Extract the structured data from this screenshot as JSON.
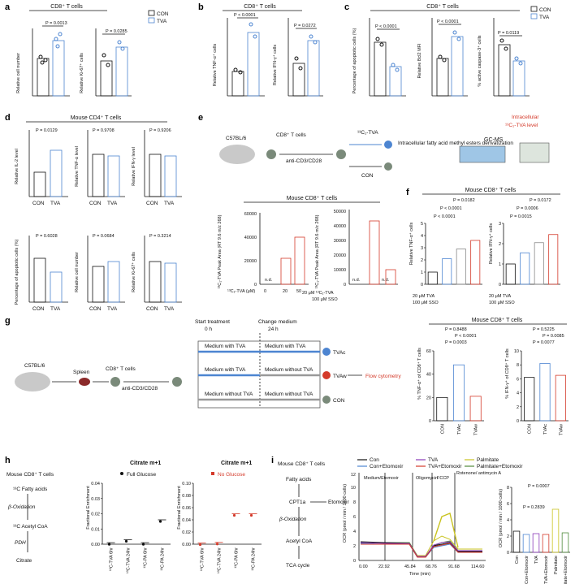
{
  "panels": {
    "a": {
      "letter": "a",
      "header": "CD8⁺ T cells",
      "legend": [
        "CON",
        "TVA"
      ],
      "charts": [
        {
          "ylabel": "Relative cell number",
          "p": "P = 0.0013"
        },
        {
          "ylabel": "Relative Ki-67⁺ cells",
          "p": "P = 0.0285"
        }
      ]
    },
    "b": {
      "letter": "b",
      "header": "CD8⁺ T cells",
      "charts": [
        {
          "ylabel": "Relative TNF-α⁺ cells",
          "p": "P < 0.0001"
        },
        {
          "ylabel": "Relative IFN-γ⁺ cells",
          "p": "P = 0.0272"
        }
      ]
    },
    "c": {
      "letter": "c",
      "header": "CD8⁺ T cells",
      "legend": [
        "CON",
        "TVA"
      ],
      "charts": [
        {
          "ylabel": "Percentage of apoptotic cells (%)",
          "p": "P < 0.0001"
        },
        {
          "ylabel": "Relative Bcl2 MFI",
          "p": "P < 0.0001"
        },
        {
          "ylabel": "% active caspase-3⁺ cells",
          "p": "P = 0.0119"
        }
      ]
    },
    "d": {
      "letter": "d",
      "header": "Mouse CD4⁺ T cells",
      "xcats": [
        "CON",
        "TVA"
      ],
      "charts": [
        {
          "ylabel": "Relative IL-2 level",
          "p": "P = 0.0129"
        },
        {
          "ylabel": "Relative TNF-α level",
          "p": "P = 0.9708"
        },
        {
          "ylabel": "Relative IFN-γ level",
          "p": "P = 0.9206"
        },
        {
          "ylabel": "Percentage of apoptotic cells (%)",
          "p": "P = 0.6028"
        },
        {
          "ylabel": "Relative cell number",
          "p": "P = 0.0684"
        },
        {
          "ylabel": "Relative Ki-67⁺ cells",
          "p": "P = 0.3214"
        }
      ]
    },
    "e": {
      "letter": "e",
      "mouse": "C57BL/6",
      "cells": "CD8⁺ T cells",
      "stim": "anti-CD3/CD28",
      "tva": "¹³C₁-TVA",
      "con": "CON",
      "step": "Intracellular fatty acid methyl esters derivatization",
      "gcms": "GC-MS",
      "intracellular": "Intracellular",
      "level": "¹³C₁-TVA level",
      "subheader": "Mouse CD8⁺ T cells",
      "chart1": {
        "ylabel": "¹³C₁-TVA Peak Area (RT 9.6 m/z 268)",
        "yticks": [
          "0",
          "20000",
          "40000",
          "60000"
        ],
        "xlabel": "¹³C₁-TVA (μM)",
        "xticks": [
          "0",
          "20",
          "50"
        ],
        "nd": "n.d."
      },
      "chart2": {
        "ylabel": "¹³C₁-TVA Peak Area (RT 9.6 m/z 268)",
        "yticks": [
          "0",
          "10000",
          "20000",
          "30000",
          "40000",
          "50000"
        ],
        "row1": "20 μM ¹³C₁-TVA",
        "row2": "100 μM SSO",
        "nd": "n.d."
      }
    },
    "f": {
      "letter": "f",
      "header": "Mouse CD8⁺ T cells",
      "chart1": {
        "ylabel": "Relative TNF-α⁺ cells",
        "yticks": [
          "0",
          "1",
          "2",
          "3",
          "4",
          "5"
        ],
        "p": [
          "P < 0.0001",
          "P < 0.0001",
          "P = 0.0182"
        ]
      },
      "chart2": {
        "ylabel": "Relative IFN-γ⁺ cells",
        "yticks": [
          "0",
          "1",
          "2",
          "3"
        ],
        "p": [
          "P = 0.0015",
          "P = 0.0006",
          "P = 0.0172"
        ]
      },
      "row1": "20 μM TVA",
      "row2": "100 μM SSO"
    },
    "g": {
      "letter": "g",
      "mouse": "C57BL/6",
      "spleen": "Spleen",
      "cells": "CD8⁺ T cells",
      "stim": "anti-CD3/CD28",
      "start": "Start treatment",
      "t0": "0 h",
      "change": "Change medium",
      "t24": "24 h",
      "rows": [
        [
          "Medium with TVA",
          "Medium with TVA"
        ],
        [
          "Medium with TVA",
          "Medium without TVA"
        ],
        [
          "Medium without TVA",
          "Medium without TVA"
        ]
      ],
      "groups": [
        "TVAc",
        "TVAw",
        "CON"
      ],
      "flow": "Flow cytometry",
      "header": "Mouse CD8⁺ T cells",
      "chart1": {
        "ylabel": "% TNF-α⁺ of CD8⁺ T cells",
        "yticks": [
          "0",
          "20",
          "40",
          "60"
        ],
        "p": [
          "P = 0.8488",
          "P < 0.0001",
          "P = 0.0003"
        ]
      },
      "chart2": {
        "ylabel": "% IFN-γ⁺ of CD8⁺ T cells",
        "yticks": [
          "0",
          "2",
          "4",
          "6",
          "8",
          "10"
        ],
        "p": [
          "P = 0.5225",
          "P = 0.0085",
          "P = 0.0077"
        ]
      },
      "xcats": [
        "CON",
        "TVAc",
        "TVAw"
      ]
    },
    "h": {
      "letter": "h",
      "pathway": [
        "Mouse CD8⁺ T cells",
        "¹³C Fatty acids",
        "β-Oxidation",
        "¹³C Acetyl CoA",
        "PDH",
        "Citrate"
      ],
      "chart1": {
        "title": "Citrate m+1",
        "legend": "Full Glucose",
        "ylabel": "Fractional Enrichment",
        "yticks": [
          "0.00",
          "0.01",
          "0.02",
          "0.03",
          "0.04"
        ]
      },
      "chart2": {
        "title": "Citrate m+1",
        "legend": "No Glucose",
        "ylabel": "Fractional Enrichment",
        "yticks": [
          "0.00",
          "0.02",
          "0.04",
          "0.06",
          "0.08",
          "0.10"
        ]
      },
      "xcats": [
        "¹³C-TVA 6hr",
        "¹³C-TVA 24hr",
        "¹³C-PA 6hr",
        "¹³C-PA 24hr"
      ]
    },
    "i": {
      "letter": "i",
      "pathway": [
        "Mouse CD8⁺ T cells",
        "Fatty acids",
        "CPT1a",
        "Etomoxir",
        "β-Oxidation",
        "Acetyl CoA",
        "TCA cycle"
      ],
      "legend": [
        "Con",
        "Con+Etomoxir",
        "TVA",
        "TVA+Etomoxir",
        "Palmitate",
        "Palmitate+Etomoxir"
      ],
      "phases": [
        "Medium/Etomoxir",
        "Oligomycin",
        "FCCP",
        "Rotenone/ antimycin A"
      ],
      "ylabel": "OCR (pmol / min / 1000 cells)",
      "yticks": [
        "0",
        "2",
        "4",
        "6",
        "8",
        "10",
        "12"
      ],
      "xticks": [
        "0.00",
        "22.92",
        "45.84",
        "68.76",
        "91.68",
        "114.60"
      ],
      "xlabel": "Time (min)",
      "bar": {
        "ylabel": "OCR (pmol / min / 1000 cells)",
        "yticks": [
          "0",
          "2",
          "4",
          "6",
          "8"
        ],
        "p": [
          "P = 0.0007",
          "P = 0.2839"
        ],
        "cats": [
          "Con",
          "Con+Etomoxir",
          "TVA",
          "TVA+Etomoxir",
          "Palmitate",
          "Palmitate+Etomoxir"
        ]
      }
    }
  },
  "chart_data": [
    {
      "type": "bar",
      "panel": "f-TNF",
      "categories": [
        "-/-",
        "+/-",
        "-/+",
        "+/+"
      ],
      "values": [
        1.0,
        2.1,
        2.9,
        3.6
      ]
    },
    {
      "type": "bar",
      "panel": "f-IFN",
      "categories": [
        "-/-",
        "+/-",
        "-/+",
        "+/+"
      ],
      "values": [
        1.0,
        1.55,
        2.05,
        2.45
      ]
    },
    {
      "type": "bar",
      "panel": "g-TNF",
      "categories": [
        "CON",
        "TVAc",
        "TVAw"
      ],
      "values": [
        20,
        48,
        21
      ]
    },
    {
      "type": "bar",
      "panel": "g-IFN",
      "categories": [
        "CON",
        "TVAc",
        "TVAw"
      ],
      "values": [
        6.2,
        8.2,
        6.5
      ]
    },
    {
      "type": "bar",
      "panel": "i-bar",
      "categories": [
        "Con",
        "Con+Etomoxir",
        "TVA",
        "TVA+Etomoxir",
        "Palmitate",
        "Palmitate+Etomoxir"
      ],
      "values": [
        2.6,
        2.2,
        2.3,
        2.2,
        5.3,
        2.4
      ]
    },
    {
      "type": "scatter",
      "panel": "h-full",
      "categories": [
        "¹³C-TVA 6hr",
        "¹³C-TVA 24hr",
        "¹³C-PA 6hr",
        "¹³C-PA 24hr"
      ],
      "values": [
        0.001,
        0.003,
        0.001,
        0.016
      ]
    },
    {
      "type": "scatter",
      "panel": "h-none",
      "categories": [
        "¹³C-TVA 6hr",
        "¹³C-TVA 24hr",
        "¹³C-PA 6hr",
        "¹³C-PA 24hr"
      ],
      "values": [
        0.002,
        0.003,
        0.05,
        0.05
      ]
    }
  ]
}
